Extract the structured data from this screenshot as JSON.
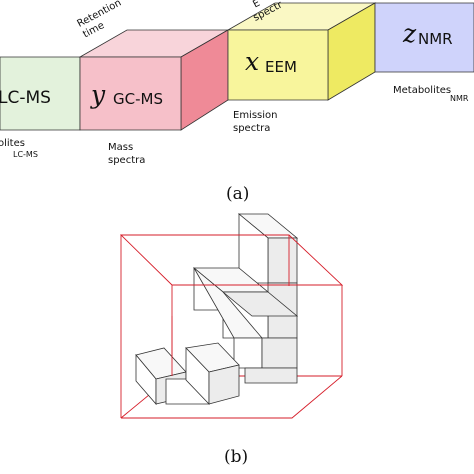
{
  "panel_a": {
    "caption": "(a)",
    "lcms": {
      "label": "LC-MS",
      "side": "olites",
      "side_sub": "LC-MS"
    },
    "gcms": {
      "var": "y",
      "sub": "GC-MS",
      "top": [
        "Retention",
        "time"
      ],
      "side": [
        "Mass",
        "spectra"
      ]
    },
    "eem": {
      "var": "x",
      "sub": "EEM",
      "top": [
        "E",
        "spectr"
      ],
      "side": [
        "Emission",
        "spectra"
      ]
    },
    "nmr": {
      "var": "z",
      "sub": "NMR",
      "side": "Metabolites",
      "side_sub": "NMR"
    }
  },
  "panel_b": {
    "caption": "(b)"
  },
  "colors": {
    "lcms": "#e3f2dc",
    "gcms_front": "#f6c0c9",
    "gcms_top": "#f8d4da",
    "gcms_side": "#ef8a97",
    "eem_front": "#f8f59c",
    "eem_top": "#faf8c4",
    "eem_side": "#eeea62",
    "nmr_front": "#cfd3fb",
    "nmr_side": "#b8bcf5",
    "wire": "#d61e2a",
    "cube_front": "#ffffff",
    "cube_side": "#ececec",
    "cube_top": "#f8f8f8"
  }
}
